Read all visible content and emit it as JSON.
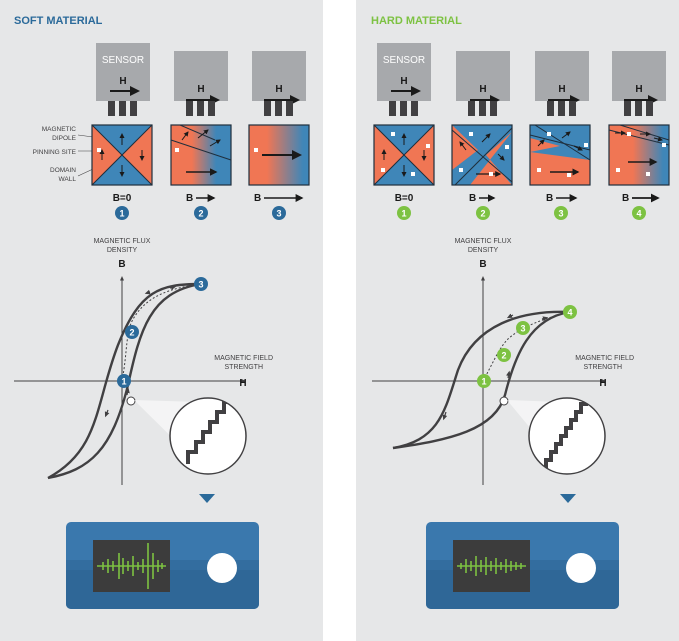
{
  "colors": {
    "panel_bg": "#e6e7e8",
    "soft_accent": "#2b6a9a",
    "hard_accent": "#7dc242",
    "domain_orange": "#f07654",
    "domain_blue": "#3f86b8",
    "curve": "#414042",
    "sensor_gray": "#a7a9ac",
    "device_blue": "#3a78ad",
    "screen_dark": "#3c3c3c",
    "signal_green": "#7dc242"
  },
  "soft": {
    "title": "SOFT MATERIAL",
    "sensor_label": "SENSOR",
    "field_label": "H",
    "annotations": {
      "magnetic_dipole": "MAGNETIC DIPOLE",
      "pinning_site": "PINNING SITE",
      "domain_wall": "DOMAIN WALL"
    },
    "states": [
      {
        "b_label": "B=0",
        "step": "1"
      },
      {
        "b_label": "B",
        "step": "2"
      },
      {
        "b_label": "B",
        "step": "3"
      }
    ],
    "graph": {
      "y_axis_title": "MAGNETIC FLUX DENSITY",
      "y_axis_symbol": "B",
      "x_axis_title": "MAGNETIC FIELD STRENGTH",
      "x_axis_symbol": "H",
      "markers": [
        "1",
        "2",
        "3"
      ]
    }
  },
  "hard": {
    "title": "HARD MATERIAL",
    "sensor_label": "SENSOR",
    "field_label": "H",
    "states": [
      {
        "b_label": "B=0",
        "step": "1"
      },
      {
        "b_label": "B",
        "step": "2"
      },
      {
        "b_label": "B",
        "step": "3"
      },
      {
        "b_label": "B",
        "step": "4"
      }
    ],
    "graph": {
      "y_axis_title": "MAGNETIC FLUX DENSITY",
      "y_axis_symbol": "B",
      "x_axis_title": "MAGNETIC FIELD STRENGTH",
      "x_axis_symbol": "H",
      "markers": [
        "1",
        "2",
        "3",
        "4"
      ]
    }
  }
}
